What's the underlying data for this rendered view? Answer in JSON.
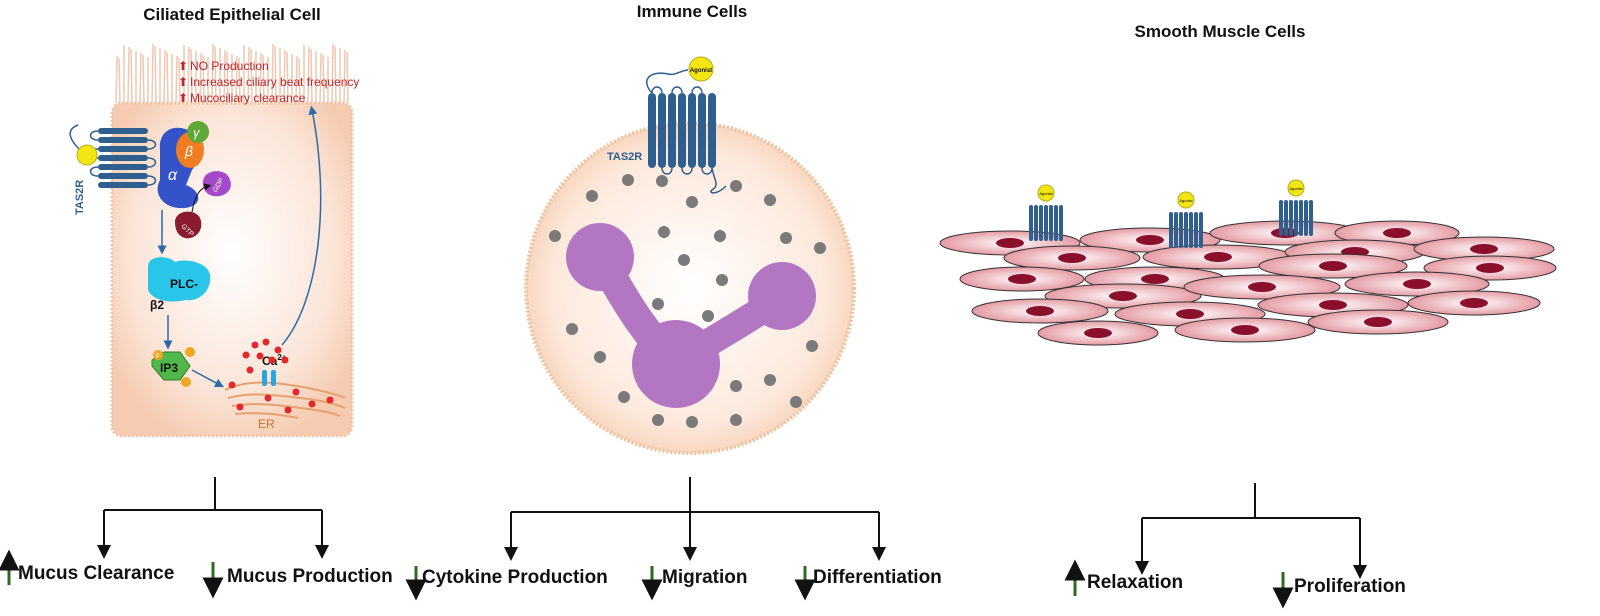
{
  "panels": {
    "epithelial": {
      "title": "Ciliated Epithelial Cell",
      "effects": [
        "NO Production",
        "Increased ciliary beat frequency",
        "Mucociliary clearance"
      ],
      "receptor_label": "TAS2R",
      "alpha": "α",
      "beta": "β",
      "gamma": "γ",
      "gdp": "GDP",
      "gtp": "GTP",
      "plc": "PLC-",
      "plc_sub": "β2",
      "ip3": "IP3",
      "p": "P",
      "ca": "Ca",
      "ca_sup": "2+",
      "er": "ER",
      "outcomes": [
        {
          "label": "Mucus Clearance",
          "direction": "up"
        },
        {
          "label": "Mucus Production",
          "direction": "down"
        }
      ]
    },
    "immune": {
      "title": "Immune Cells",
      "receptor_label": "TAS2R",
      "agonist": "Agonist",
      "outcomes": [
        {
          "label": "Cytokine Production",
          "direction": "down"
        },
        {
          "label": "Migration",
          "direction": "down"
        },
        {
          "label": "Differentiation",
          "direction": "down"
        }
      ]
    },
    "smooth_muscle": {
      "title": "Smooth Muscle Cells",
      "agonist": "Agonist",
      "outcomes": [
        {
          "label": "Relaxation",
          "direction": "up"
        },
        {
          "label": "Proliferation",
          "direction": "down"
        }
      ]
    }
  },
  "colors": {
    "up_arrow": "#2e6b1e",
    "down_arrow": "#2e6b1e",
    "red_text": "#c0242c",
    "receptor": "#2f5f8f",
    "agonist": "#f3e614",
    "nucleus": "#b276c2",
    "granule": "#7a7a7a",
    "muscle_nucleus": "#8a0f2c"
  }
}
